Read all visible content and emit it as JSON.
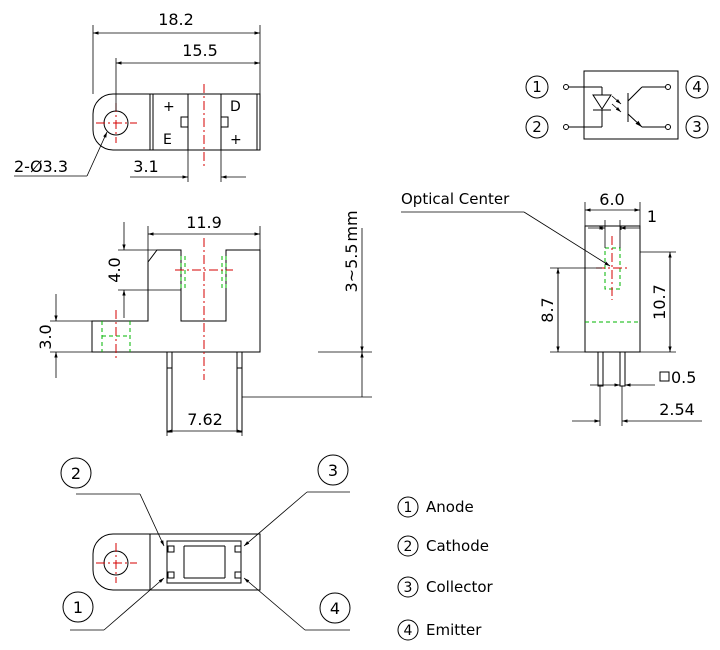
{
  "dimensions": {
    "overall_width": "18.2",
    "hole_pitch": "15.5",
    "mount_holes": "2-Ø3.3",
    "slot_offset": "3.1",
    "slot_span": "11.9",
    "slot_depth": "4.0",
    "flange_height": "3.0",
    "lead_length": "3~5.5",
    "lead_length_unit": "mm",
    "lead_pitch_front": "7.62",
    "side_width": "6.0",
    "aperture_width": "1",
    "optical_center_height": "8.7",
    "body_height": "10.7",
    "lead_size": "0.5",
    "lead_pitch_side": "2.54"
  },
  "labels": {
    "optical_center": "Optical Center",
    "polarity_plus_left": "+",
    "emitter_side": "E",
    "detector_side": "D",
    "polarity_plus_right": "+"
  },
  "pin_numbers": {
    "p1": "1",
    "p2": "2",
    "p3": "3",
    "p4": "4"
  },
  "legend": [
    {
      "num": "1",
      "name": "Anode"
    },
    {
      "num": "2",
      "name": "Cathode"
    },
    {
      "num": "3",
      "name": "Collector"
    },
    {
      "num": "4",
      "name": "Emitter"
    }
  ],
  "colors": {
    "centerline": "#d40000",
    "hidden_line": "#00b400",
    "outline": "#000000"
  }
}
